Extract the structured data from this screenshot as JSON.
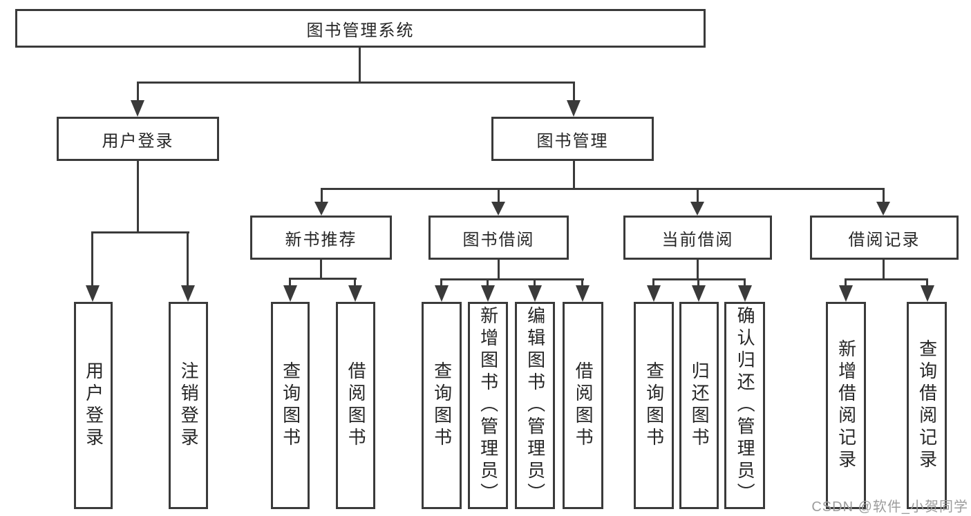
{
  "tree": {
    "label": "图书管理系统",
    "children": [
      {
        "label": "用户登录",
        "children": [
          {
            "label": "用户登录"
          },
          {
            "label": "注销登录"
          }
        ]
      },
      {
        "label": "图书管理",
        "children": [
          {
            "label": "新书推荐",
            "children": [
              {
                "label": "查询图书"
              },
              {
                "label": "借阅图书"
              }
            ]
          },
          {
            "label": "图书借阅",
            "children": [
              {
                "label": "查询图书"
              },
              {
                "label": "新增图书（管理员）"
              },
              {
                "label": "编辑图书（管理员）"
              },
              {
                "label": "借阅图书"
              }
            ]
          },
          {
            "label": "当前借阅",
            "children": [
              {
                "label": "查询图书"
              },
              {
                "label": "归还图书"
              },
              {
                "label": "确认归还（管理员）"
              }
            ]
          },
          {
            "label": "借阅记录",
            "children": [
              {
                "label": "新增借阅记录"
              },
              {
                "label": "查询借阅记录"
              }
            ]
          }
        ]
      }
    ]
  },
  "watermark": {
    "text": "CSDN @软件_小贺同学"
  },
  "colors": {
    "line": "#3a3a3a",
    "text": "#262626",
    "watermark": "#9c9c9c",
    "background": "#ffffff"
  }
}
